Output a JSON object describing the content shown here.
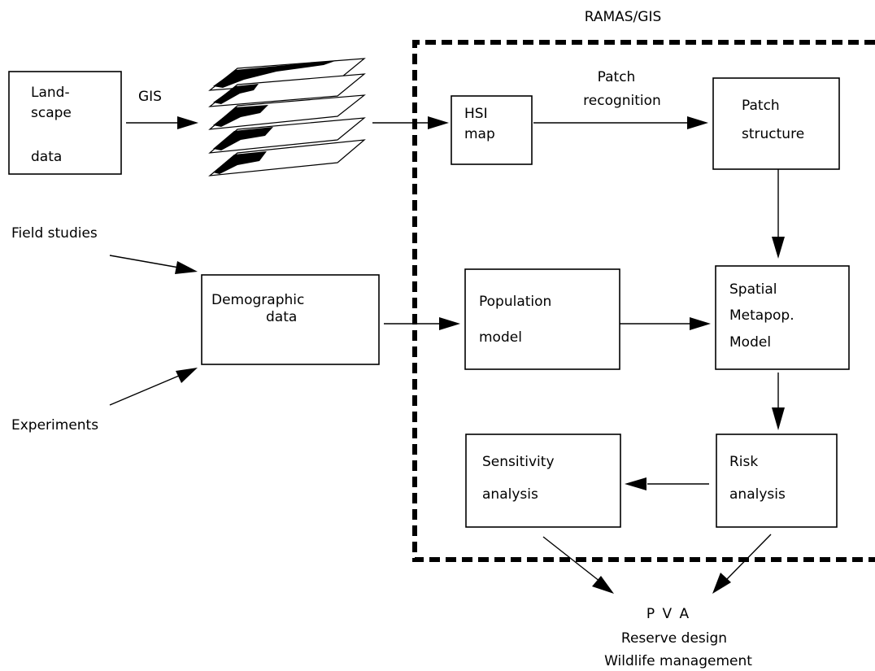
{
  "frame": {
    "label": "RAMAS/GIS"
  },
  "nodes": {
    "landscape": [
      "Land-",
      "scape",
      "data"
    ],
    "hsi": [
      "HSI",
      "map"
    ],
    "patch_structure": [
      "Patch",
      "structure"
    ],
    "demographic": [
      "Demographic",
      "data"
    ],
    "population": [
      "Population",
      "model"
    ],
    "spatial": [
      "Spatial",
      "Metapop.",
      "Model"
    ],
    "risk": [
      "Risk",
      "analysis"
    ],
    "sensitivity": [
      "Sensitivity",
      "analysis"
    ]
  },
  "inputs": {
    "field_studies": "Field studies",
    "experiments": "Experiments"
  },
  "edge_labels": {
    "gis": "GIS",
    "patch_recognition": [
      "Patch",
      "recognition"
    ]
  },
  "outputs": [
    "P V A",
    "Reserve design",
    "Wildlife management"
  ],
  "icons": {
    "gis_layers": "stacked-map-layers-icon"
  }
}
